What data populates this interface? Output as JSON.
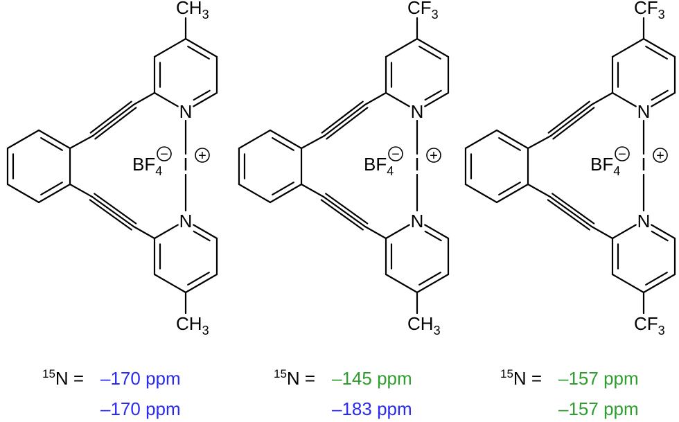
{
  "colors": {
    "blue": "#2a2af0",
    "green": "#2f9e2f",
    "black": "#000000"
  },
  "structures": [
    {
      "top_sub": "CH",
      "top_sub_n": "3",
      "top_color": "#2a2af0",
      "bottom_sub": "CH",
      "bottom_sub_n": "3",
      "bottom_color": "#2a2af0",
      "counterion": "BF",
      "counterion_n": "4",
      "n_label": "N",
      "i_label": "I",
      "plus": "+",
      "minus": "−",
      "nmr_iso": "15",
      "nmr_label": "N =",
      "nmr_value1": "–170 ppm",
      "nmr_color1": "#2a2af0",
      "nmr_value2": "–170 ppm",
      "nmr_color2": "#2a2af0"
    },
    {
      "top_sub": "CF",
      "top_sub_n": "3",
      "top_color": "#2f9e2f",
      "bottom_sub": "CH",
      "bottom_sub_n": "3",
      "bottom_color": "#2a2af0",
      "counterion": "BF",
      "counterion_n": "4",
      "n_label": "N",
      "i_label": "I",
      "plus": "+",
      "minus": "−",
      "nmr_iso": "15",
      "nmr_label": "N =",
      "nmr_value1": "–145 ppm",
      "nmr_color1": "#2f9e2f",
      "nmr_value2": "–183 ppm",
      "nmr_color2": "#2a2af0"
    },
    {
      "top_sub": "CF",
      "top_sub_n": "3",
      "top_color": "#2f9e2f",
      "bottom_sub": "CF",
      "bottom_sub_n": "3",
      "bottom_color": "#2f9e2f",
      "counterion": "BF",
      "counterion_n": "4",
      "n_label": "N",
      "i_label": "I",
      "plus": "+",
      "minus": "−",
      "nmr_iso": "15",
      "nmr_label": "N =",
      "nmr_value1": "–157 ppm",
      "nmr_color1": "#2f9e2f",
      "nmr_value2": "–157 ppm",
      "nmr_color2": "#2f9e2f"
    }
  ]
}
